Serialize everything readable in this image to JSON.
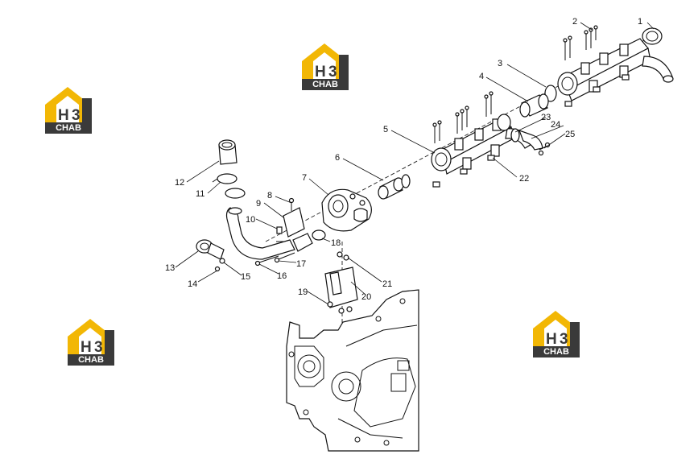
{
  "diagram": {
    "logo": {
      "text": "CHAB",
      "letters": "H3",
      "accent": "#f2b705",
      "dark": "#3a3a3a"
    },
    "callouts": [
      {
        "id": "1",
        "label": "1"
      },
      {
        "id": "2",
        "label": "2"
      },
      {
        "id": "3",
        "label": "3"
      },
      {
        "id": "4",
        "label": "4"
      },
      {
        "id": "5",
        "label": "5"
      },
      {
        "id": "6",
        "label": "6"
      },
      {
        "id": "7",
        "label": "7"
      },
      {
        "id": "8",
        "label": "8"
      },
      {
        "id": "9",
        "label": "9"
      },
      {
        "id": "10",
        "label": "10"
      },
      {
        "id": "11",
        "label": "11"
      },
      {
        "id": "12",
        "label": "12"
      },
      {
        "id": "13",
        "label": "13"
      },
      {
        "id": "14",
        "label": "14"
      },
      {
        "id": "15",
        "label": "15"
      },
      {
        "id": "16",
        "label": "16"
      },
      {
        "id": "17",
        "label": "17"
      },
      {
        "id": "18",
        "label": "18"
      },
      {
        "id": "19",
        "label": "19"
      },
      {
        "id": "20",
        "label": "20"
      },
      {
        "id": "21",
        "label": "21"
      },
      {
        "id": "22",
        "label": "22"
      },
      {
        "id": "23",
        "label": "23"
      },
      {
        "id": "24",
        "label": "24"
      },
      {
        "id": "25",
        "label": "25"
      }
    ]
  }
}
